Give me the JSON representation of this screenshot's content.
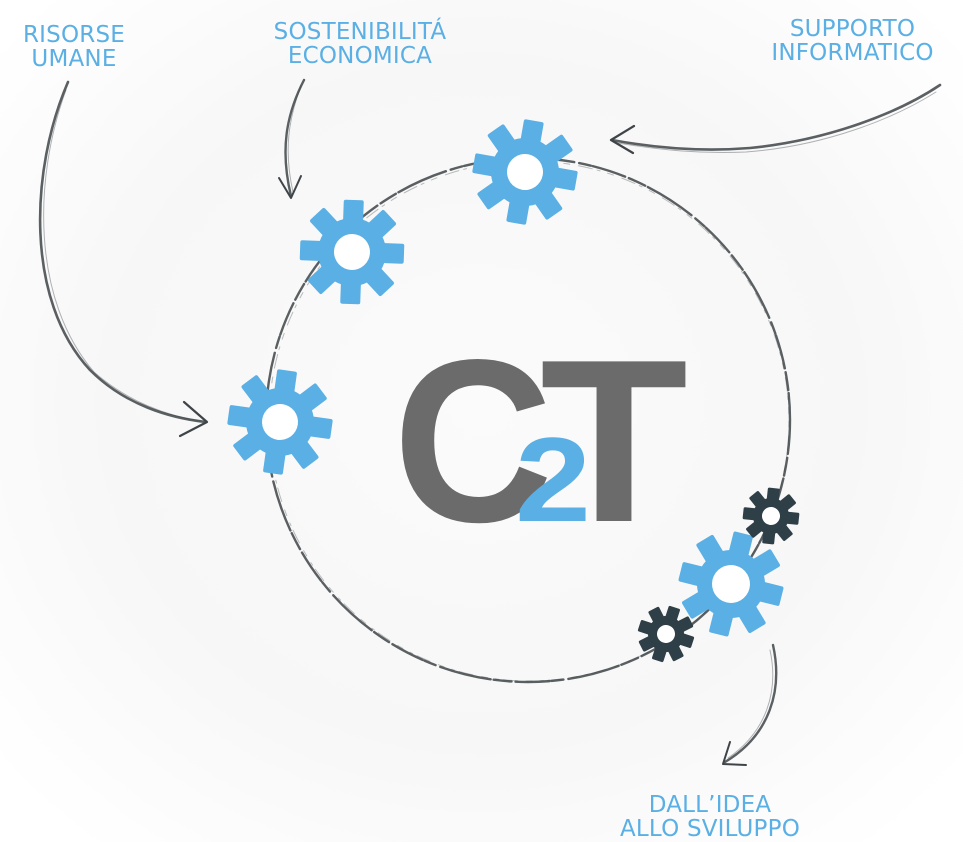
{
  "colors": {
    "gear_blue": "#5aafe4",
    "gear_dark": "#2f3f47",
    "logo_grey": "#6b6b6b",
    "logo_blue": "#5aafe4",
    "label_blue": "#5aafe4",
    "stroke": "#3e4448"
  },
  "labels": {
    "risorse": [
      "RISORSE",
      "UMANE"
    ],
    "sostenibilita": [
      "SOSTENIBILITÁ",
      "ECONOMICA"
    ],
    "supporto": [
      "SUPPORTO",
      "INFORMATICO"
    ],
    "dallidea": [
      "DALL’IDEA",
      "ALLO SVILUPPO"
    ]
  },
  "logo": {
    "letter_1": "C",
    "digit": "2",
    "letter_2": "T"
  }
}
